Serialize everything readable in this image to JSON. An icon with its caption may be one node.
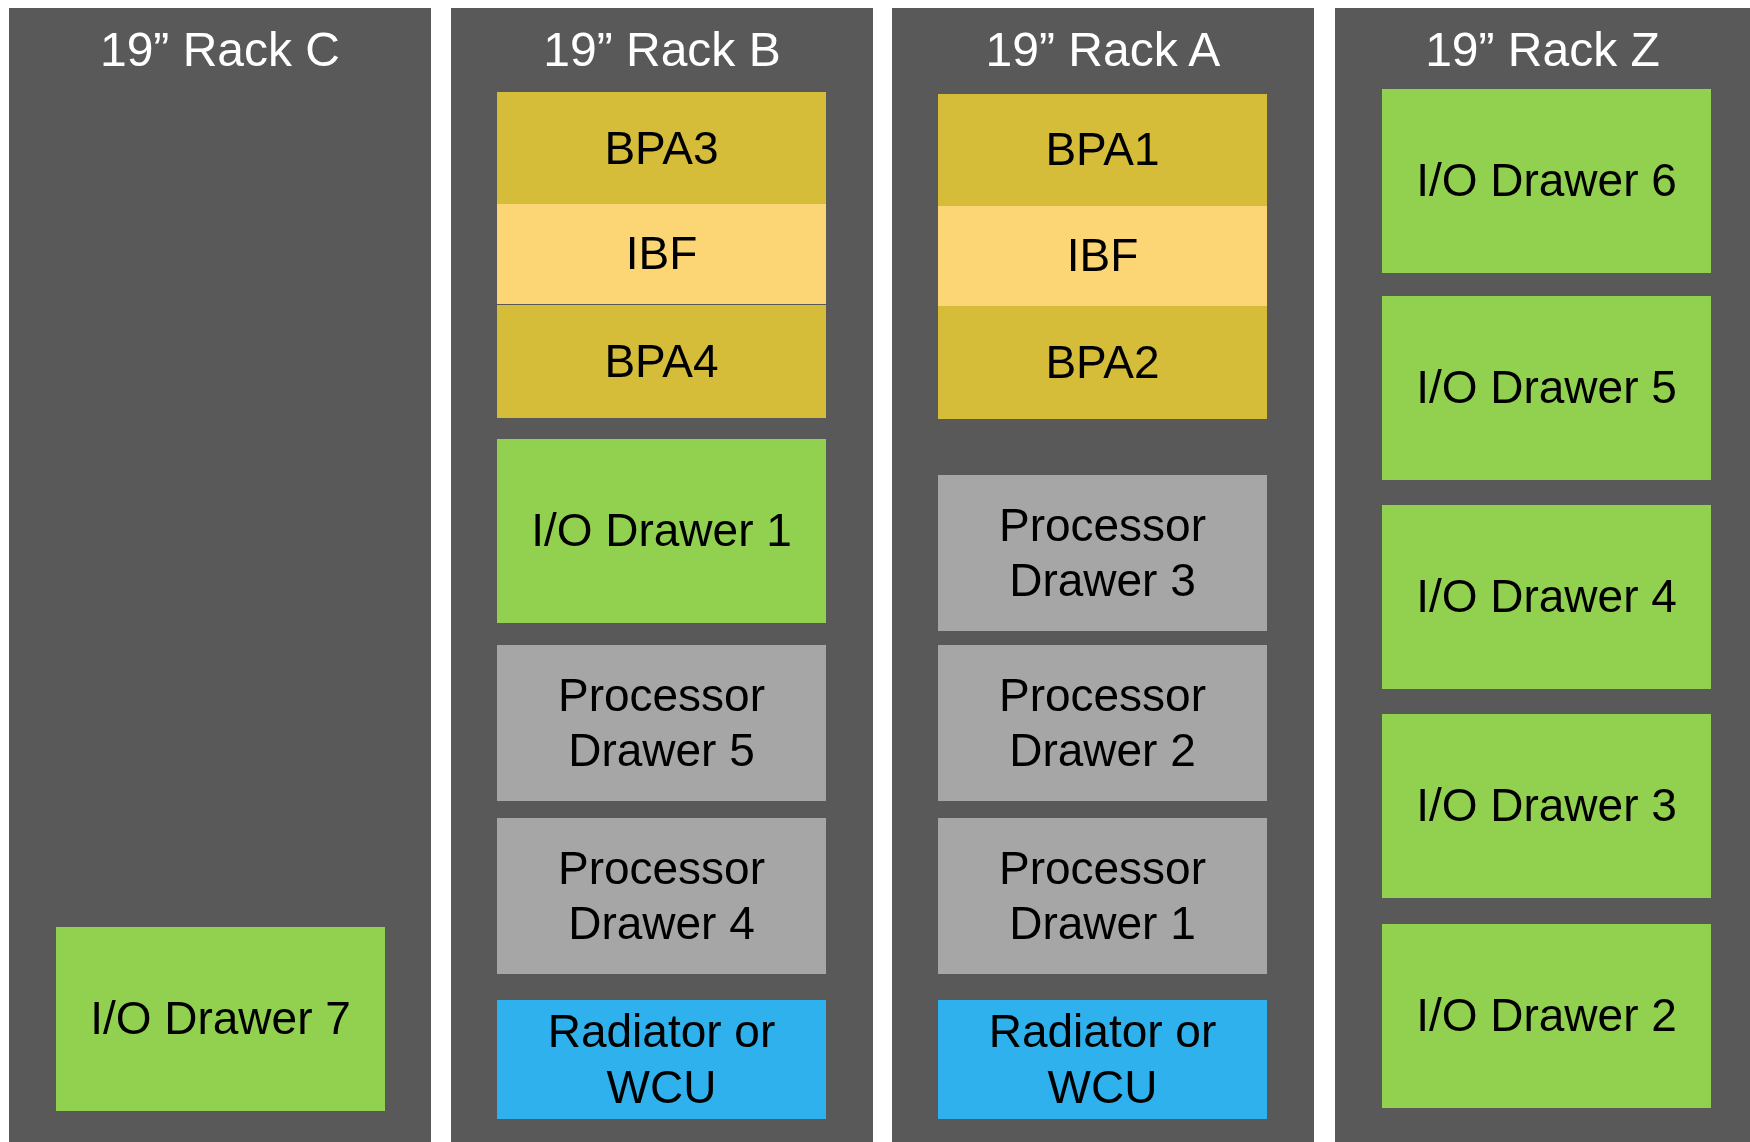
{
  "diagram": {
    "nodes": [
      {
        "text": [
          "19” Rack C"
        ]
      },
      {
        "text": [
          "I/O Drawer 7"
        ],
        "in": 0
      },
      {
        "text": [
          "19” Rack B"
        ]
      },
      {
        "text": [
          "BPA3"
        ],
        "in": 2
      },
      {
        "text": [
          "IBF"
        ],
        "in": 2
      },
      {
        "text": [
          "BPA4"
        ],
        "in": 2
      },
      {
        "text": [
          "I/O Drawer 1"
        ],
        "in": 2
      },
      {
        "text": [
          "Processor Drawer 5"
        ],
        "in": 2
      },
      {
        "text": [
          "Processor Drawer 4"
        ],
        "in": 2
      },
      {
        "text": [
          "Radiator or WCU"
        ],
        "in": 2
      },
      {
        "text": [
          "19” Rack A"
        ]
      },
      {
        "text": [
          "BPA1"
        ],
        "in": 10
      },
      {
        "text": [
          "IBF"
        ],
        "in": 10
      },
      {
        "text": [
          "BPA2"
        ],
        "in": 10
      },
      {
        "text": [
          "Processor Drawer 3"
        ],
        "in": 10
      },
      {
        "text": [
          "Processor Drawer 2"
        ],
        "in": 10
      },
      {
        "text": [
          "Processor Drawer 1"
        ],
        "in": 10
      },
      {
        "text": [
          "Radiator or WCU"
        ],
        "in": 10
      },
      {
        "text": [
          "19” Rack Z"
        ]
      },
      {
        "text": [
          "I/O Drawer 6"
        ],
        "in": 18
      },
      {
        "text": [
          "I/O Drawer 5"
        ],
        "in": 18
      },
      {
        "text": [
          "I/O Drawer 4"
        ],
        "in": 18
      },
      {
        "text": [
          "I/O Drawer 3"
        ],
        "in": 18
      },
      {
        "text": [
          "I/O Drawer 2"
        ],
        "in": 18
      }
    ]
  }
}
